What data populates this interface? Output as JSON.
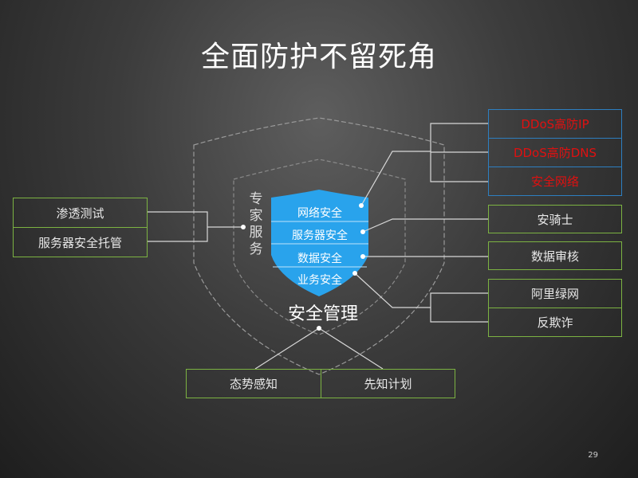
{
  "title": "全面防护不留死角",
  "left_boxes": [
    "渗透测试",
    "服务器安全托管"
  ],
  "expert_service": [
    "专",
    "家",
    "服",
    "务"
  ],
  "shield_rows": [
    "网络安全",
    "服务器安全",
    "数据安全",
    "业务安全"
  ],
  "security_management": "安全管理",
  "red_boxes": [
    "DDoS高防IP",
    "DDoS高防DNS",
    "安全网络"
  ],
  "right_boxes": [
    "安骑士",
    "数据审核",
    "阿里绿网",
    "反欺诈"
  ],
  "bottom_boxes": [
    "态势感知",
    "先知计划"
  ],
  "page_number": "29",
  "colors": {
    "green": "#7cb342",
    "blue": "#2d7fc1",
    "red": "#e01010",
    "shield": "#29a3ec"
  }
}
